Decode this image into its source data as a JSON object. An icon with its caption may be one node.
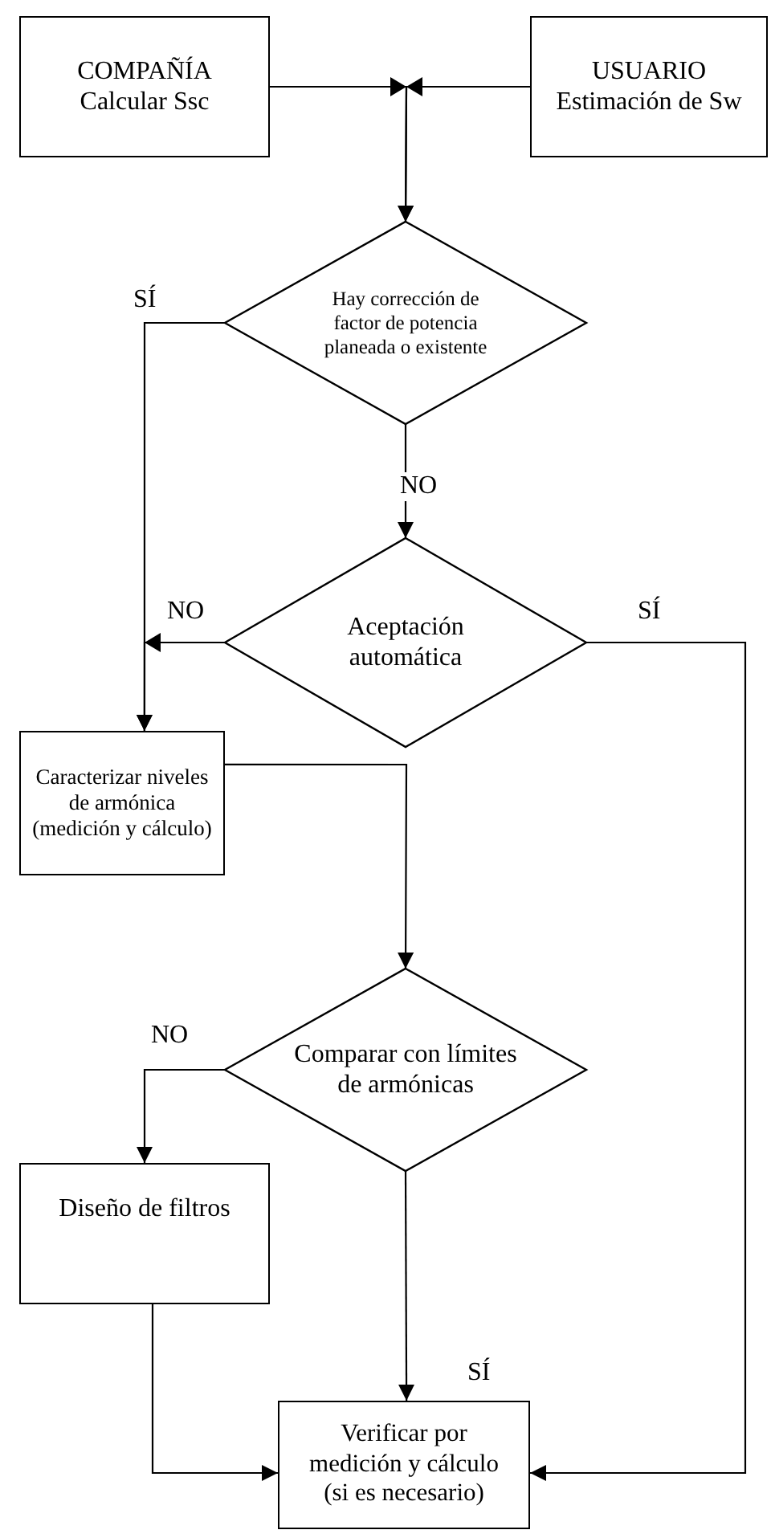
{
  "diagram": {
    "nodes": [
      {
        "text": [
          "COMPAÑÍA",
          "Calcular Ssc"
        ]
      },
      {
        "text": [
          "USUARIO",
          "Estimación de Sw"
        ]
      },
      {
        "text": [
          "Hay corrección de factor de potencia planeada o existente"
        ]
      },
      {
        "text": [
          "Aceptación automática"
        ]
      },
      {
        "text": [
          "Caracterizar niveles de armónica (medición y cálculo)"
        ]
      },
      {
        "text": [
          "Comparar con límites de armónicas"
        ]
      },
      {
        "text": [
          "Diseño de filtros"
        ]
      },
      {
        "text": [
          "Verificar por medición y cálculo (si es necesario)"
        ]
      }
    ],
    "edges": [
      {
        "from": 0,
        "to": 2,
        "arrow": "to"
      },
      {
        "from": 1,
        "to": 2,
        "arrow": "to"
      },
      {
        "from": 2,
        "to": 4,
        "arrow": "to",
        "label": "SÍ"
      },
      {
        "from": 2,
        "to": 3,
        "arrow": "to",
        "label": "NO"
      },
      {
        "from": 3,
        "to": 4,
        "arrow": "to",
        "label": "NO"
      },
      {
        "from": 3,
        "to": 7,
        "arrow": "to",
        "label": "SÍ"
      },
      {
        "from": 4,
        "to": 5,
        "arrow": "to"
      },
      {
        "from": 5,
        "to": 6,
        "arrow": "to",
        "label": "NO"
      },
      {
        "from": 5,
        "to": 7,
        "arrow": "to",
        "label": "SÍ"
      },
      {
        "from": 6,
        "to": 7,
        "arrow": "to"
      }
    ]
  }
}
